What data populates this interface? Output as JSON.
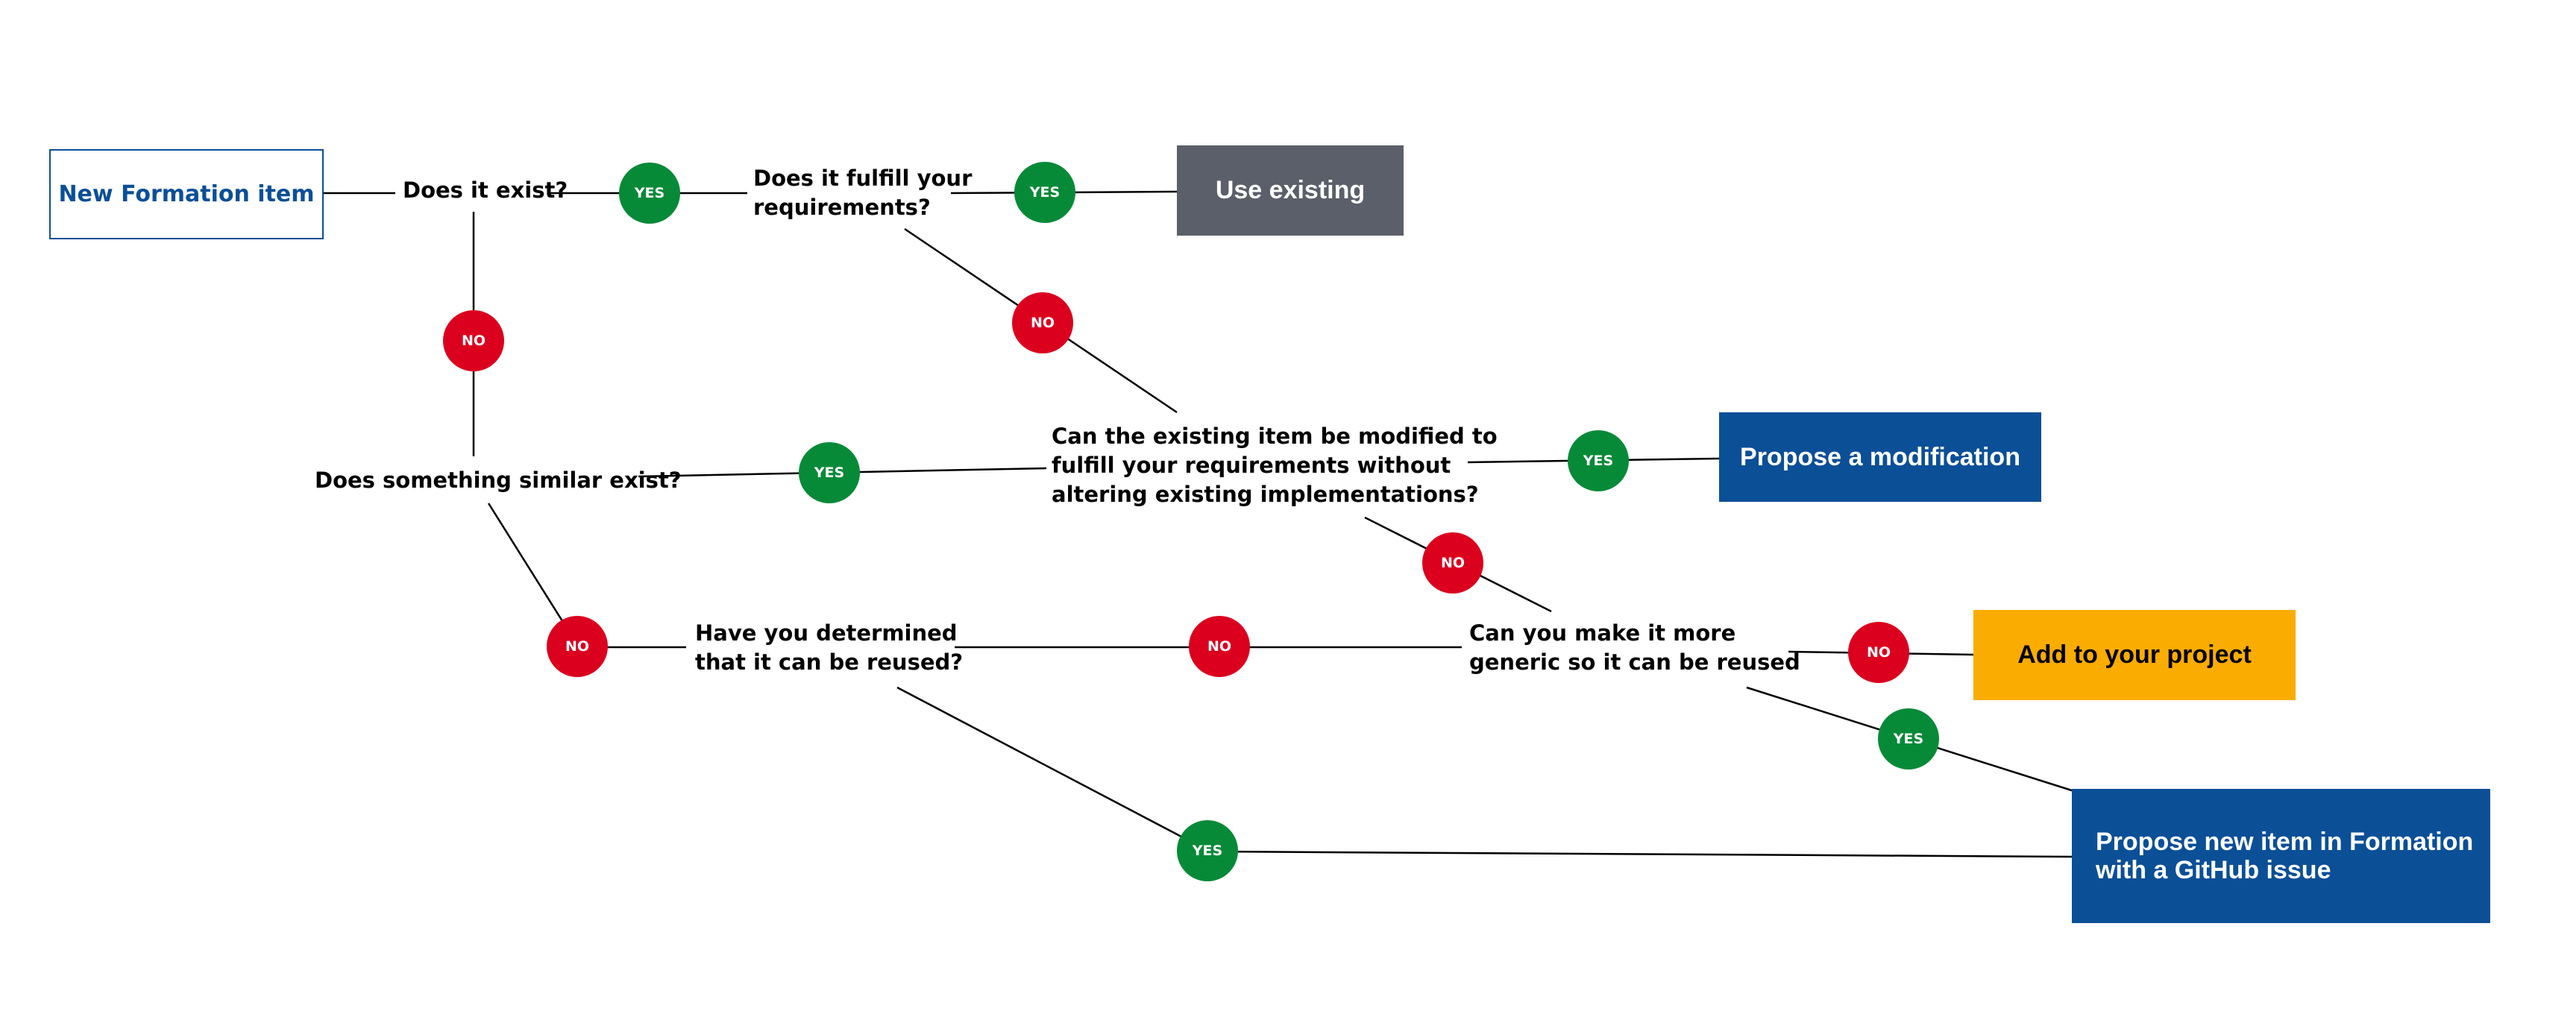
{
  "colors": {
    "yes": "#078a38",
    "no": "#dc001f",
    "blue": "#0b4f97",
    "grey": "#5b5f69",
    "yellow": "#fbac00",
    "line": "#000000"
  },
  "nodes": {
    "start": "New Formation item",
    "q_exist": "Does it exist?",
    "q_fulfill": "Does it fulfill your\nrequirements?",
    "q_similar": "Does something similar exist?",
    "q_modify": "Can the existing item be modified to\nfulfill your requirements without\naltering existing implementations?",
    "q_reused": "Have you determined\nthat it can be reused?",
    "q_generic": "Can you make it more\ngeneric so it can be reused",
    "use_existing": "Use existing",
    "propose_mod": "Propose a modification",
    "add_project": "Add to your project",
    "propose_new": "Propose new item in Formation\nwith a GitHub issue"
  },
  "badges": {
    "yes": "YES",
    "no": "NO"
  }
}
